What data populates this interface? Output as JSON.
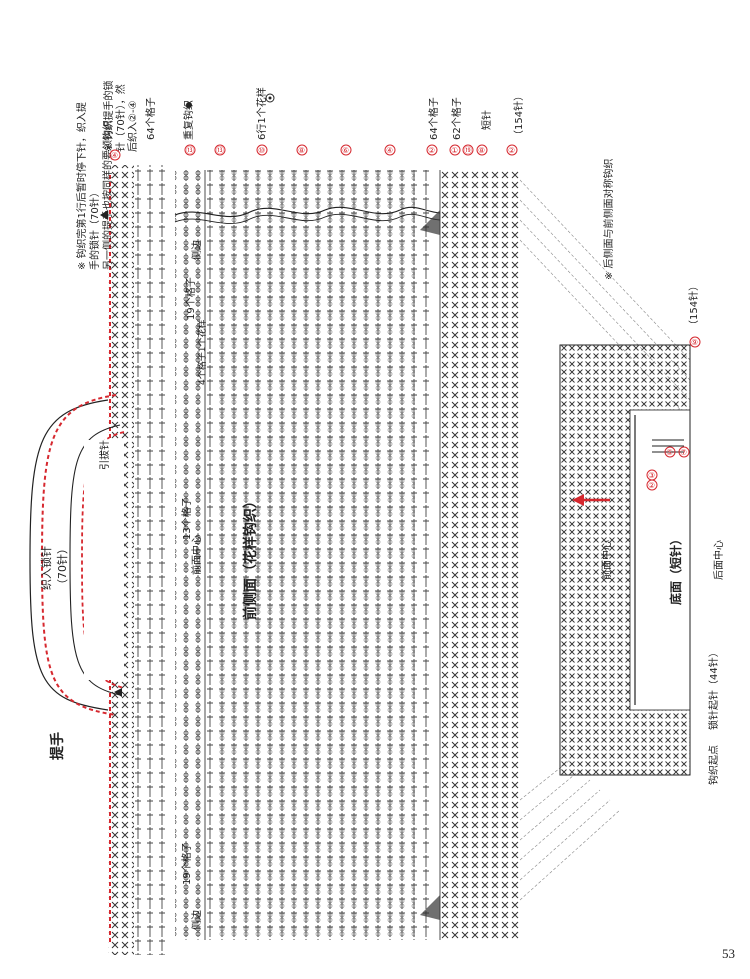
{
  "page": {
    "number": "53"
  },
  "handle": {
    "title": "提手",
    "chain_label": "织入锁针",
    "chain_count": "（70针）",
    "slip_label": "引拔针"
  },
  "notes": {
    "top_line1": "※ 钩织完第1行后暂时停下针，织入提",
    "top_line2": "手的锁针（70针）",
    "top_line3": "另一侧的提手也按同样的要领钩织",
    "side_line1": "※ 钩织提手的锁",
    "side_line2": "针（70针），然",
    "side_line3": "后织入②-④",
    "back_note": "※ 后侧面与前侧面对称钩织"
  },
  "front_panel": {
    "title": "前侧面（花样钩织）",
    "center_label": "前面中心",
    "side_label": "侧边",
    "grid_19": "19个格子",
    "grid_13": "13个格子",
    "grid_4": "4个格子1个花样",
    "grid_64": "64个格子",
    "grid_62": "62个格子",
    "repeat_label": "重复钩织",
    "rows_pattern": "6行1个花样",
    "short_stitch": "短针",
    "stitch_154": "（154针）"
  },
  "bottom_panel": {
    "title": "底面（短针）",
    "front_center": "前面中心",
    "back_center": "后面中心",
    "start_label": "钩织起点",
    "chain_start": "锁针起针（44针）",
    "stitch_154": "（154针）"
  },
  "row_markers": [
    "④",
    "③",
    "②",
    "①",
    "⑲",
    "⑬",
    "⑩",
    "⑧",
    "⑥",
    "④",
    "②",
    "①",
    "⑲",
    "⑧",
    "②",
    "①"
  ],
  "bottom_markers": [
    "②",
    "③",
    "⑤",
    "⑦",
    "⑨"
  ],
  "colors": {
    "ink": "#222222",
    "accent": "#d6282f",
    "grid": "#777777"
  }
}
